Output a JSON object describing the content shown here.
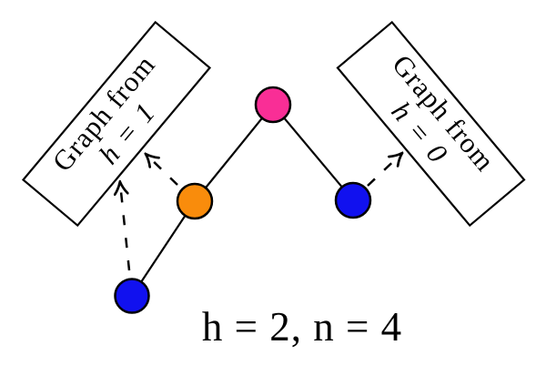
{
  "figure": {
    "caption": "h = 2, n = 4",
    "labels": {
      "left_box": {
        "line1": "Graph from",
        "line2": "h = 1"
      },
      "right_box": {
        "line1": "Graph from",
        "line2": "h = 0"
      }
    },
    "colors": {
      "pink": "#f92e96",
      "orange": "#f98c0c",
      "blue": "#1111ef",
      "stroke": "#000000",
      "background": "#ffffff"
    },
    "nodes": [
      {
        "id": "root",
        "color": "pink"
      },
      {
        "id": "child-left",
        "color": "orange"
      },
      {
        "id": "leaf-bottom-left",
        "color": "blue"
      },
      {
        "id": "leaf-right",
        "color": "blue"
      }
    ],
    "edges_solid": [
      {
        "from": "leaf-bottom-left",
        "to": "child-left"
      },
      {
        "from": "child-left",
        "to": "root"
      },
      {
        "from": "root",
        "to": "leaf-right"
      }
    ],
    "arrows_dashed": [
      {
        "from": "leaf-bottom-left",
        "to": "left-box"
      },
      {
        "from": "child-left",
        "to": "left-box"
      },
      {
        "from": "leaf-right",
        "to": "right-box"
      }
    ]
  }
}
